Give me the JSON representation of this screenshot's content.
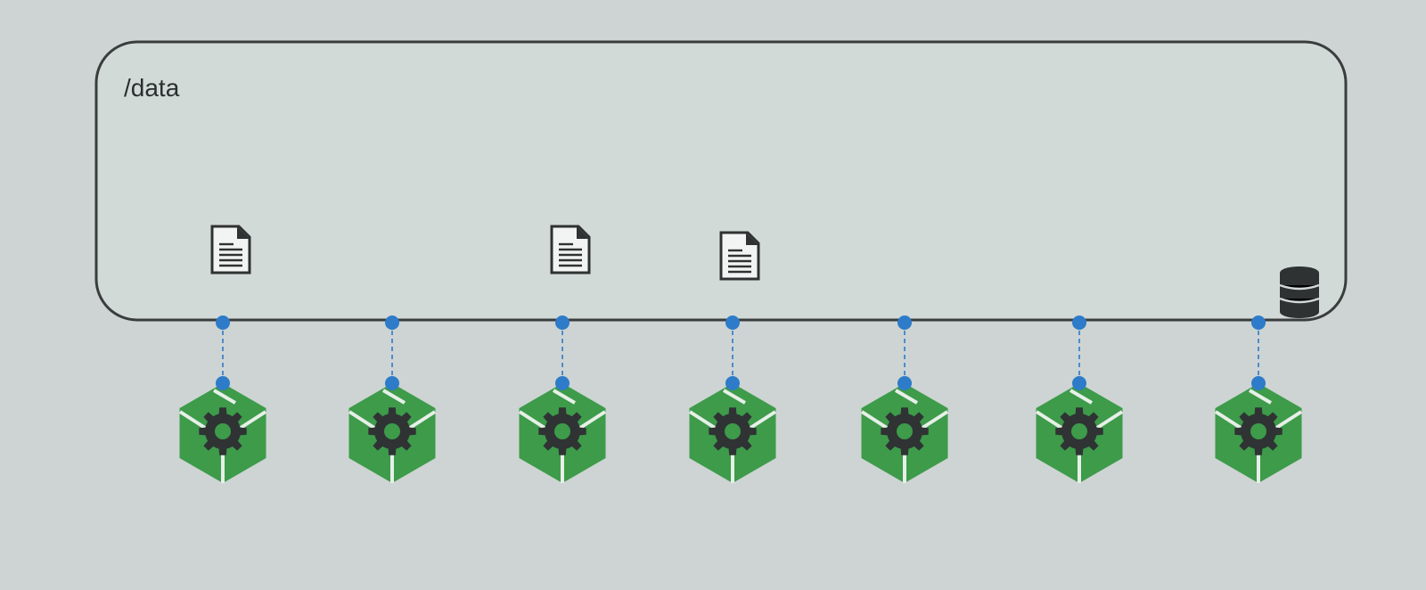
{
  "diagram": {
    "container": {
      "label": "/data"
    },
    "icons": {
      "document": "document-icon",
      "database": "database-icon",
      "node": "green-hexagon-gear-icon"
    },
    "colors": {
      "container_stroke": "#3a3d3d",
      "connector": "#2e7bc9",
      "node_green": "#3d9b4a",
      "gear": "#2f3334",
      "background": "#cdd4d3"
    },
    "documents_count": 3,
    "nodes_count": 7
  }
}
